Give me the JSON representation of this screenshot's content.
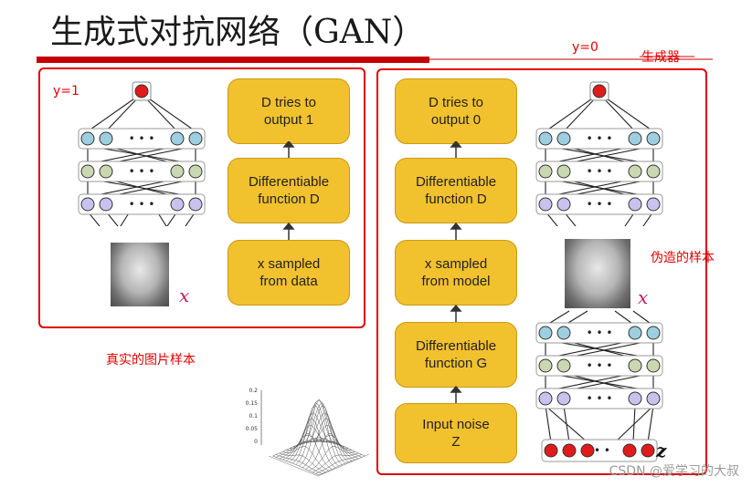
{
  "title": "生成式对抗网络（GAN）",
  "colors": {
    "accent": "#e00000",
    "box": "#f2c12e",
    "node_top": "#9ecfe0",
    "node_mid": "#c9d8b0",
    "node_bot": "#c7c3ee",
    "output": "#e01b1b"
  },
  "annotations": {
    "y1": "y=1",
    "y0": "y=0",
    "generator": "生成器",
    "real_samples": "真实的图片样本",
    "fake_samples": "伪造的样本"
  },
  "left_panel": {
    "boxes": [
      "D tries to\noutput 1",
      "Differentiable\nfunction D",
      "x sampled\nfrom data"
    ],
    "image_symbol": "x"
  },
  "right_panel": {
    "boxes": [
      "D tries to\noutput 0",
      "Differentiable\nfunction D",
      "x sampled\nfrom model",
      "Differentiable\nfunction G",
      "Input noise\nZ"
    ],
    "image_symbol": "x",
    "noise_symbol": "z"
  },
  "gaussian_plot": {
    "ticks": [
      "0.2",
      "0.15",
      "0.1",
      "0.05",
      "0"
    ]
  },
  "ellipsis": "• • •",
  "watermark": "CSDN @爱学习的大叔"
}
